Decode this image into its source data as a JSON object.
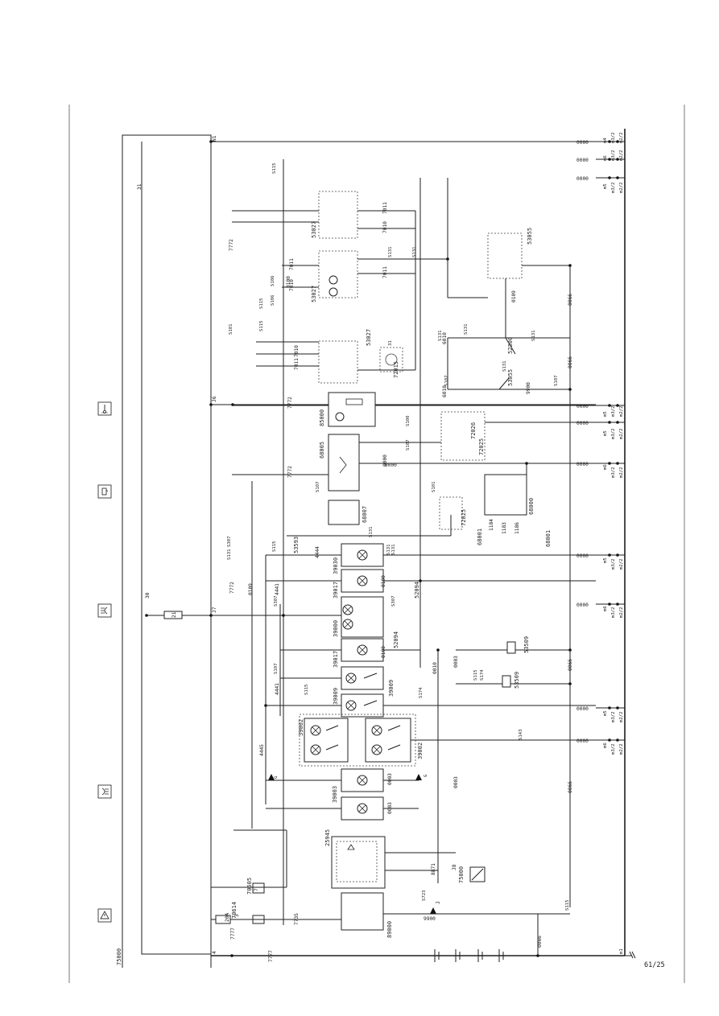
{
  "sheet_number": "61/25",
  "margin_icons": [
    {
      "name": "hazard-triangle-icon"
    },
    {
      "name": "rear-fog-light-icon"
    },
    {
      "name": "front-fog-light-icon"
    },
    {
      "name": "fuel-level-icon"
    },
    {
      "name": "coolant-temperature-icon"
    }
  ],
  "ground_bus": {
    "codes": [
      "0000",
      "0000",
      "0000",
      "0000",
      "0000",
      "0000",
      "0000",
      "0000",
      "0000",
      "0000",
      "0000"
    ],
    "refs": [
      [
        "m4",
        "m3/2",
        "m2/2"
      ],
      [
        "m6",
        "m3/2",
        "m2/2"
      ],
      [
        "m5",
        "m3/2",
        "m2/2"
      ],
      [
        "m5",
        "m3/2",
        "m2/2"
      ],
      [
        "m5",
        "m3/2",
        "m2/2"
      ],
      [
        "m6",
        "m3/2",
        "m2/2"
      ],
      [
        "m5",
        "m3/2",
        "m2/2"
      ],
      [
        "m6",
        "m3/2",
        "m2/2"
      ],
      [
        "m5",
        "m3/2",
        "m2/2"
      ],
      [
        "m6",
        "m3/2",
        "m2/2"
      ]
    ],
    "end_ref": "m1"
  },
  "terminals": {
    "n1": "N1",
    "t31": "31",
    "t30": "30",
    "j6": "J6",
    "j7": "J7",
    "j8": "J8",
    "t4": "4",
    "t3": "3",
    "j_small": "J",
    "fuse_20a": "20A",
    "fuse_7": "7",
    "fuse_21": "21"
  },
  "components": {
    "c75000_main": "75000",
    "c75000_small": "75000",
    "c89000": "89000",
    "c25945": "25945",
    "c70605": "70605",
    "c70614": "70614",
    "c39003": "39003",
    "c39002a": "39002",
    "c39002b": "39002",
    "c39009a": "39009",
    "c39009b": "39009",
    "c39017a": "39017",
    "c39017b": "39017",
    "c39000": "39000",
    "c39030": "39030",
    "c52094a": "52094",
    "c52094b": "52094",
    "c68001": "68001",
    "c68007": "68007",
    "c68005": "68005",
    "c68000": "68000",
    "c85000": "85000",
    "c72015": "72015",
    "c72025a": "72025",
    "c72025b": "72025",
    "c72026": "72026",
    "c53027a": "53027",
    "c53027b": "53027",
    "c53027c": "53027",
    "c53055a": "53055",
    "c53055b": "53055",
    "c52300": "52300",
    "c53509a": "53509",
    "c53509b": "53509",
    "c53593": "53593"
  },
  "wires": {
    "w7777a": "7777",
    "w7777b": "7777",
    "w7777c": "7777",
    "w7772a": "7772",
    "w7772b": "7772",
    "w7772c": "7772",
    "w7772d": "7772",
    "w4441a": "4441",
    "w4441b": "4441",
    "w4445": "4445",
    "w0109": "0109",
    "w0100a": "0100",
    "w0100b": "0100",
    "w0010": "0010",
    "w0003a": "0003",
    "w0003b": "0003",
    "w0066a": "0066",
    "w0066b": "0066",
    "w0066c": "0066",
    "w0066d": "0066",
    "w9900a": "9900",
    "w9900b": "9900",
    "w6010a": "6010",
    "w6010b": "6010",
    "w7010a": "7010",
    "w7010b": "7010",
    "w7010c": "7010",
    "w7011a": "7011",
    "w7011b": "7011",
    "w7011c": "7011",
    "w7011d": "7011",
    "w1183": "1183",
    "w1184": "1184",
    "w1186": "1186",
    "w7735": "7735",
    "w8871": "8871",
    "w4444": "4444",
    "w0003c": "0003",
    "w0003d": "0003",
    "w0066e": "0066",
    "w0000x": "0000",
    "w0100c": "0100",
    "w0109b": "0109"
  },
  "splices": [
    "S115",
    "S115",
    "S115",
    "S115",
    "S131",
    "S131",
    "S131",
    "S131",
    "S131",
    "S106",
    "S106",
    "S101",
    "S107",
    "S107",
    "S107",
    "S107",
    "S100",
    "S101",
    "S131",
    "S131",
    "S131",
    "S307",
    "S307",
    "S307",
    "S107",
    "S115",
    "S115",
    "S174",
    "S174",
    "S143",
    "S115",
    "S723",
    "31",
    "S131",
    "S131",
    "G",
    "G"
  ]
}
